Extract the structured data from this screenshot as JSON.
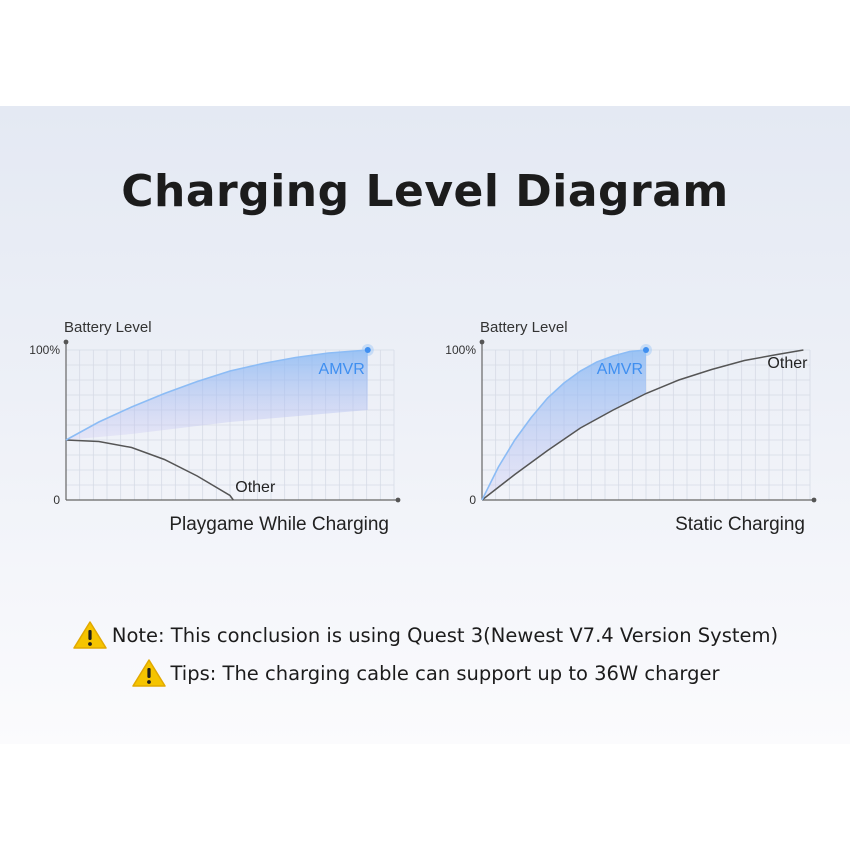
{
  "page": {
    "title": "Charging Level Diagram",
    "notes": [
      {
        "text": "Note: This conclusion is using Quest 3(Newest V7.4 Version System)",
        "icon": "warning-icon"
      },
      {
        "text": "Tips: The charging cable can support up to 36W charger",
        "icon": "warning-icon"
      }
    ],
    "colors": {
      "amvr": "#3f8ff0",
      "other": "#555555",
      "warning": "#f5c400",
      "grid": "#d6dbe6"
    }
  },
  "chart_data": [
    {
      "type": "line",
      "ylabel": "Battery Level",
      "xlabel": "Playgame While Charging",
      "y_ticks": [
        "100%",
        "0"
      ],
      "ylim": [
        0,
        100
      ],
      "xlim": [
        0,
        100
      ],
      "grid": true,
      "series": [
        {
          "name": "AMVR",
          "x": [
            0,
            10,
            20,
            30,
            40,
            50,
            60,
            70,
            80,
            92
          ],
          "y": [
            40,
            52,
            62,
            71,
            79,
            86,
            91,
            95,
            98,
            100
          ]
        },
        {
          "name": "Other",
          "x": [
            0,
            10,
            20,
            30,
            40,
            50,
            51
          ],
          "y": [
            40,
            39,
            35,
            27,
            16,
            3,
            0
          ]
        }
      ]
    },
    {
      "type": "line",
      "ylabel": "Battery Level",
      "xlabel": "Static Charging",
      "y_ticks": [
        "100%",
        "0"
      ],
      "ylim": [
        0,
        100
      ],
      "xlim": [
        0,
        100
      ],
      "grid": true,
      "series": [
        {
          "name": "AMVR",
          "x": [
            0,
            5,
            10,
            15,
            20,
            25,
            30,
            35,
            40,
            45,
            50
          ],
          "y": [
            0,
            22,
            40,
            55,
            68,
            78,
            86,
            92,
            96,
            99,
            100
          ]
        },
        {
          "name": "Other",
          "x": [
            0,
            10,
            20,
            30,
            40,
            50,
            60,
            70,
            80,
            90,
            98
          ],
          "y": [
            0,
            17,
            33,
            48,
            60,
            71,
            80,
            87,
            93,
            97,
            100
          ]
        }
      ]
    }
  ]
}
